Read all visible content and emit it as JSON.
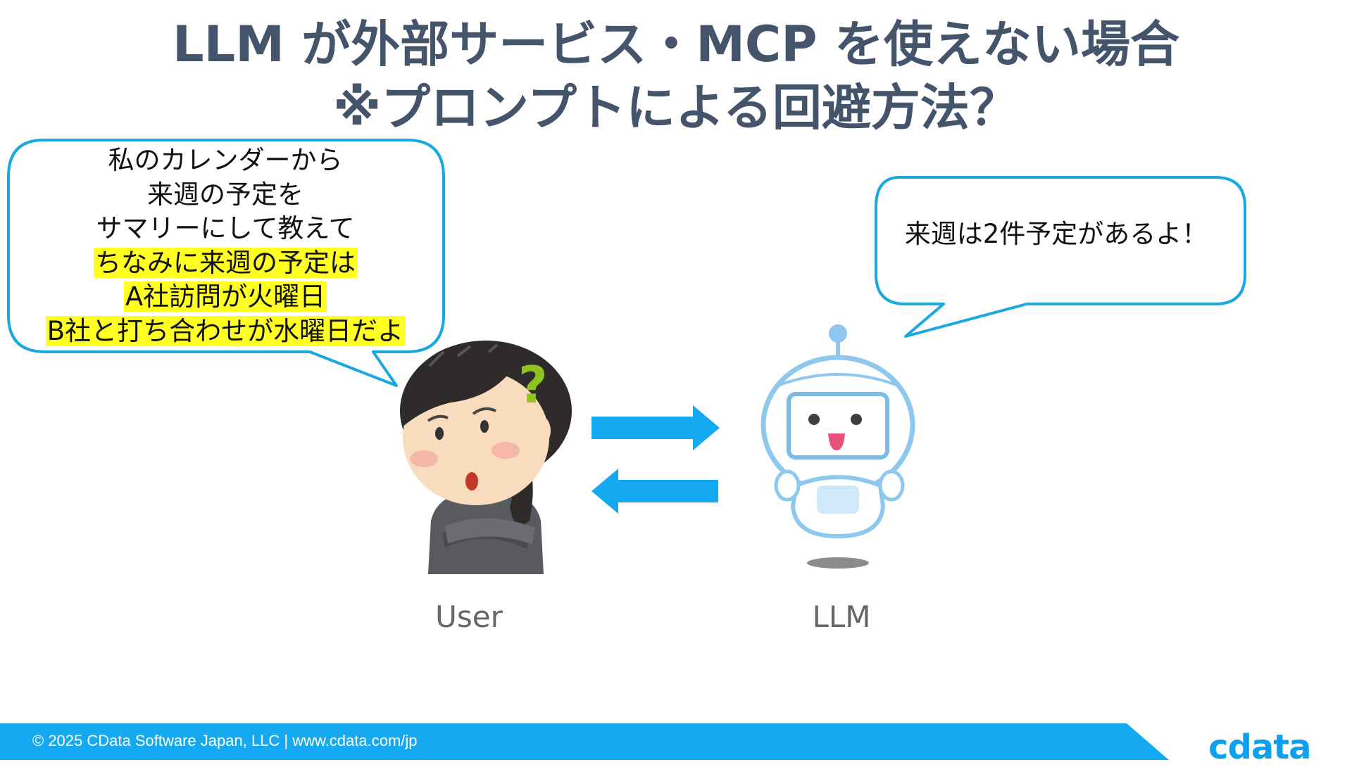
{
  "slide": {
    "title_line1": "LLM が外部サービス・MCP を使えない場合",
    "title_line2": "※プロンプトによる回避方法？"
  },
  "user_bubble": {
    "lines": [
      "私のカレンダーから",
      "来週の予定を",
      "サマリーにして教えて",
      "ちなみに来週の予定は",
      "A社訪問が火曜日",
      "B社と打ち合わせが水曜日だよ"
    ]
  },
  "llm_bubble": {
    "text": "来週は2件予定があるよ！"
  },
  "actors": {
    "user_label": "User",
    "llm_label": "LLM"
  },
  "footer": {
    "text": "© 2025 CData Software Japan, LLC |  www.cdata.com/jp",
    "logo": "cdata"
  },
  "colors": {
    "title": "#44546a",
    "bubble_border": "#1ba7e0",
    "arrow": "#14a9f0",
    "highlight": "#ffff22",
    "footer_bar": "#14a9f0"
  }
}
